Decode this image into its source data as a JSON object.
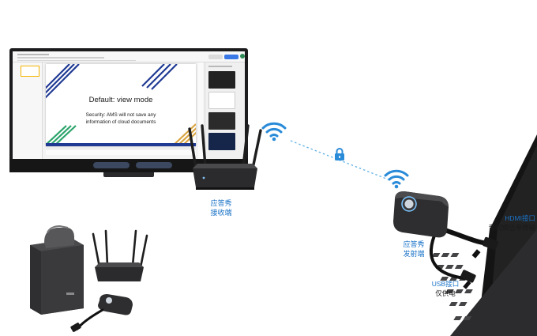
{
  "display": {
    "slide_title": "Default: view mode",
    "slide_body_line1": "Security: AMS will not save any",
    "slide_body_line2": "information of cloud documents"
  },
  "receiver": {
    "label_line1": "应答秀",
    "label_line2": "接收端"
  },
  "transmitter": {
    "label_line1": "应答秀",
    "label_line2": "发射端"
  },
  "hdmi": {
    "title": "HDMI接口",
    "description": "音视频信号传输"
  },
  "usb": {
    "title": "USB接口",
    "description": "仅供电"
  },
  "icons": {
    "wifi_receiver": "wifi-icon",
    "wifi_transmitter": "wifi-icon",
    "lock": "lock-icon"
  },
  "colors": {
    "accent_blue": "#1a73c8",
    "wifi_blue": "#2a8bd8",
    "text_dark": "#1a1a1a"
  }
}
